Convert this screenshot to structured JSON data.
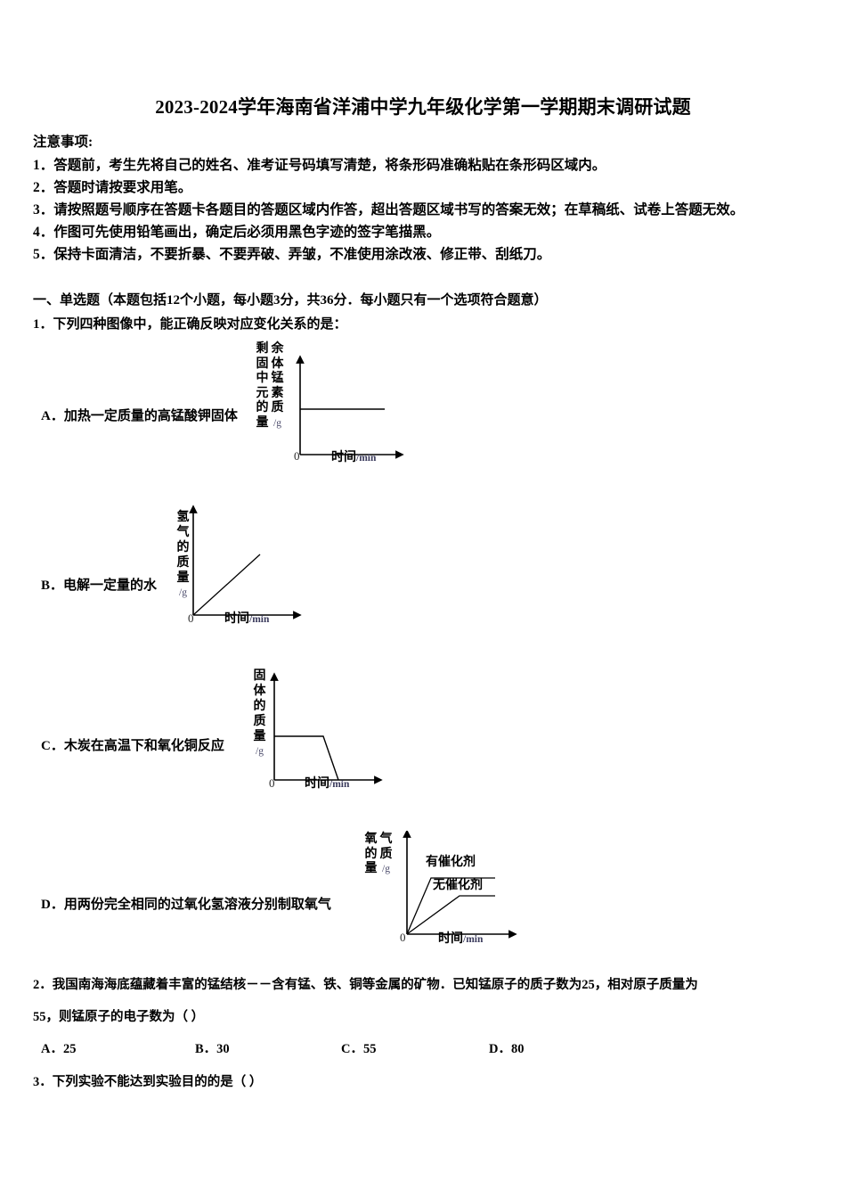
{
  "document": {
    "title": "2023-2024学年海南省洋浦中学九年级化学第一学期期末调研试题",
    "notice_heading": "注意事项:",
    "notice_items": [
      "1．答题前，考生先将自己的姓名、准考证号码填写清楚，将条形码准确粘贴在条形码区域内。",
      "2．答题时请按要求用笔。",
      "3．请按照题号顺序在答题卡各题目的答题区域内作答，超出答题区域书写的答案无效；在草稿纸、试卷上答题无效。",
      "4．作图可先使用铅笔画出，确定后必须用黑色字迹的签字笔描黑。",
      "5．保持卡面清洁，不要折暴、不要弄破、弄皱，不准使用涂改液、修正带、刮纸刀。"
    ],
    "section_heading": "一、单选题（本题包括12个小题，每小题3分，共36分．每小题只有一个选项符合题意）"
  },
  "question1": {
    "stem": "1．下列四种图像中，能正确反映对应变化关系的是：",
    "options": [
      {
        "key": "A．",
        "text": "加热一定质量的高锰酸钾固体"
      },
      {
        "key": "B．",
        "text": "电解一定量的水"
      },
      {
        "key": "C．",
        "text": "木炭在高温下和氧化铜反应"
      },
      {
        "key": "D．",
        "text": "用两份完全相同的过氧化氢溶液分别制取氧气"
      }
    ]
  },
  "chart_data": [
    {
      "id": "chart-a",
      "type": "line",
      "title": "",
      "ylabel": "剩余固体中锰元素的质量/g",
      "ylabel_cols": [
        [
          "剩",
          "固",
          "中",
          "元",
          "的",
          "量"
        ],
        [
          "余",
          "体",
          "锰",
          "素",
          "质",
          "/g"
        ]
      ],
      "xlabel": "时间",
      "xunit": "/min",
      "origin_label": "0",
      "grid": false,
      "series": [
        {
          "name": "剩余固体中锰元素的质量",
          "shape": "constant",
          "x": [
            0,
            1
          ],
          "values": [
            0.5,
            0.5
          ]
        }
      ]
    },
    {
      "id": "chart-b",
      "type": "line",
      "title": "",
      "ylabel": "氢气的质量/g",
      "ylabel_chars": [
        "氢",
        "气",
        "的",
        "质",
        "量",
        "/g"
      ],
      "xlabel": "时间",
      "xunit": "/min",
      "origin_label": "0",
      "grid": false,
      "series": [
        {
          "name": "氢气的质量",
          "shape": "linear-rise",
          "x": [
            0,
            0.72
          ],
          "values": [
            0,
            0.63
          ]
        }
      ]
    },
    {
      "id": "chart-c",
      "type": "line",
      "title": "",
      "ylabel": "固体的质量/g",
      "ylabel_chars": [
        "固",
        "体",
        "的",
        "质",
        "量",
        "/g"
      ],
      "xlabel": "时间",
      "xunit": "/min",
      "origin_label": "0",
      "grid": false,
      "series": [
        {
          "name": "固体的质量",
          "shape": "plateau-then-fall-to-zero",
          "x": [
            0,
            0.45,
            0.62
          ],
          "values": [
            0.45,
            0.45,
            0
          ]
        }
      ]
    },
    {
      "id": "chart-d",
      "type": "line",
      "title": "",
      "ylabel": "氧气的质量/g",
      "ylabel_cols": [
        [
          "氧",
          "的",
          "量"
        ],
        [
          "气",
          "质",
          "/g"
        ]
      ],
      "xlabel": "时间",
      "xunit": "/min",
      "origin_label": "0",
      "grid": false,
      "annotations": [
        "有催化剂",
        "无催化剂"
      ],
      "series": [
        {
          "name": "有催化剂",
          "shape": "fast-rise-then-plateau",
          "x": [
            0,
            0.23,
            0.98
          ],
          "values": [
            0,
            0.58,
            0.58
          ]
        },
        {
          "name": "无催化剂",
          "shape": "slow-rise-then-plateau",
          "x": [
            0,
            0.58,
            0.98
          ],
          "values": [
            0,
            0.4,
            0.4
          ]
        }
      ]
    }
  ],
  "question2": {
    "line1": "2．我国南海海底蕴藏着丰富的锰结核－－含有锰、铁、铜等金属的矿物．已知锰原子的质子数为25，相对原子质量为",
    "line2": "55，则锰原子的电子数为（      ）",
    "choices": [
      {
        "key": "A．",
        "value": "25"
      },
      {
        "key": "B．",
        "value": "30"
      },
      {
        "key": "C．",
        "value": "55"
      },
      {
        "key": "D．",
        "value": "80"
      }
    ]
  },
  "question3": {
    "stem": "3．下列实验不能达到实验目的的是（      ）"
  }
}
